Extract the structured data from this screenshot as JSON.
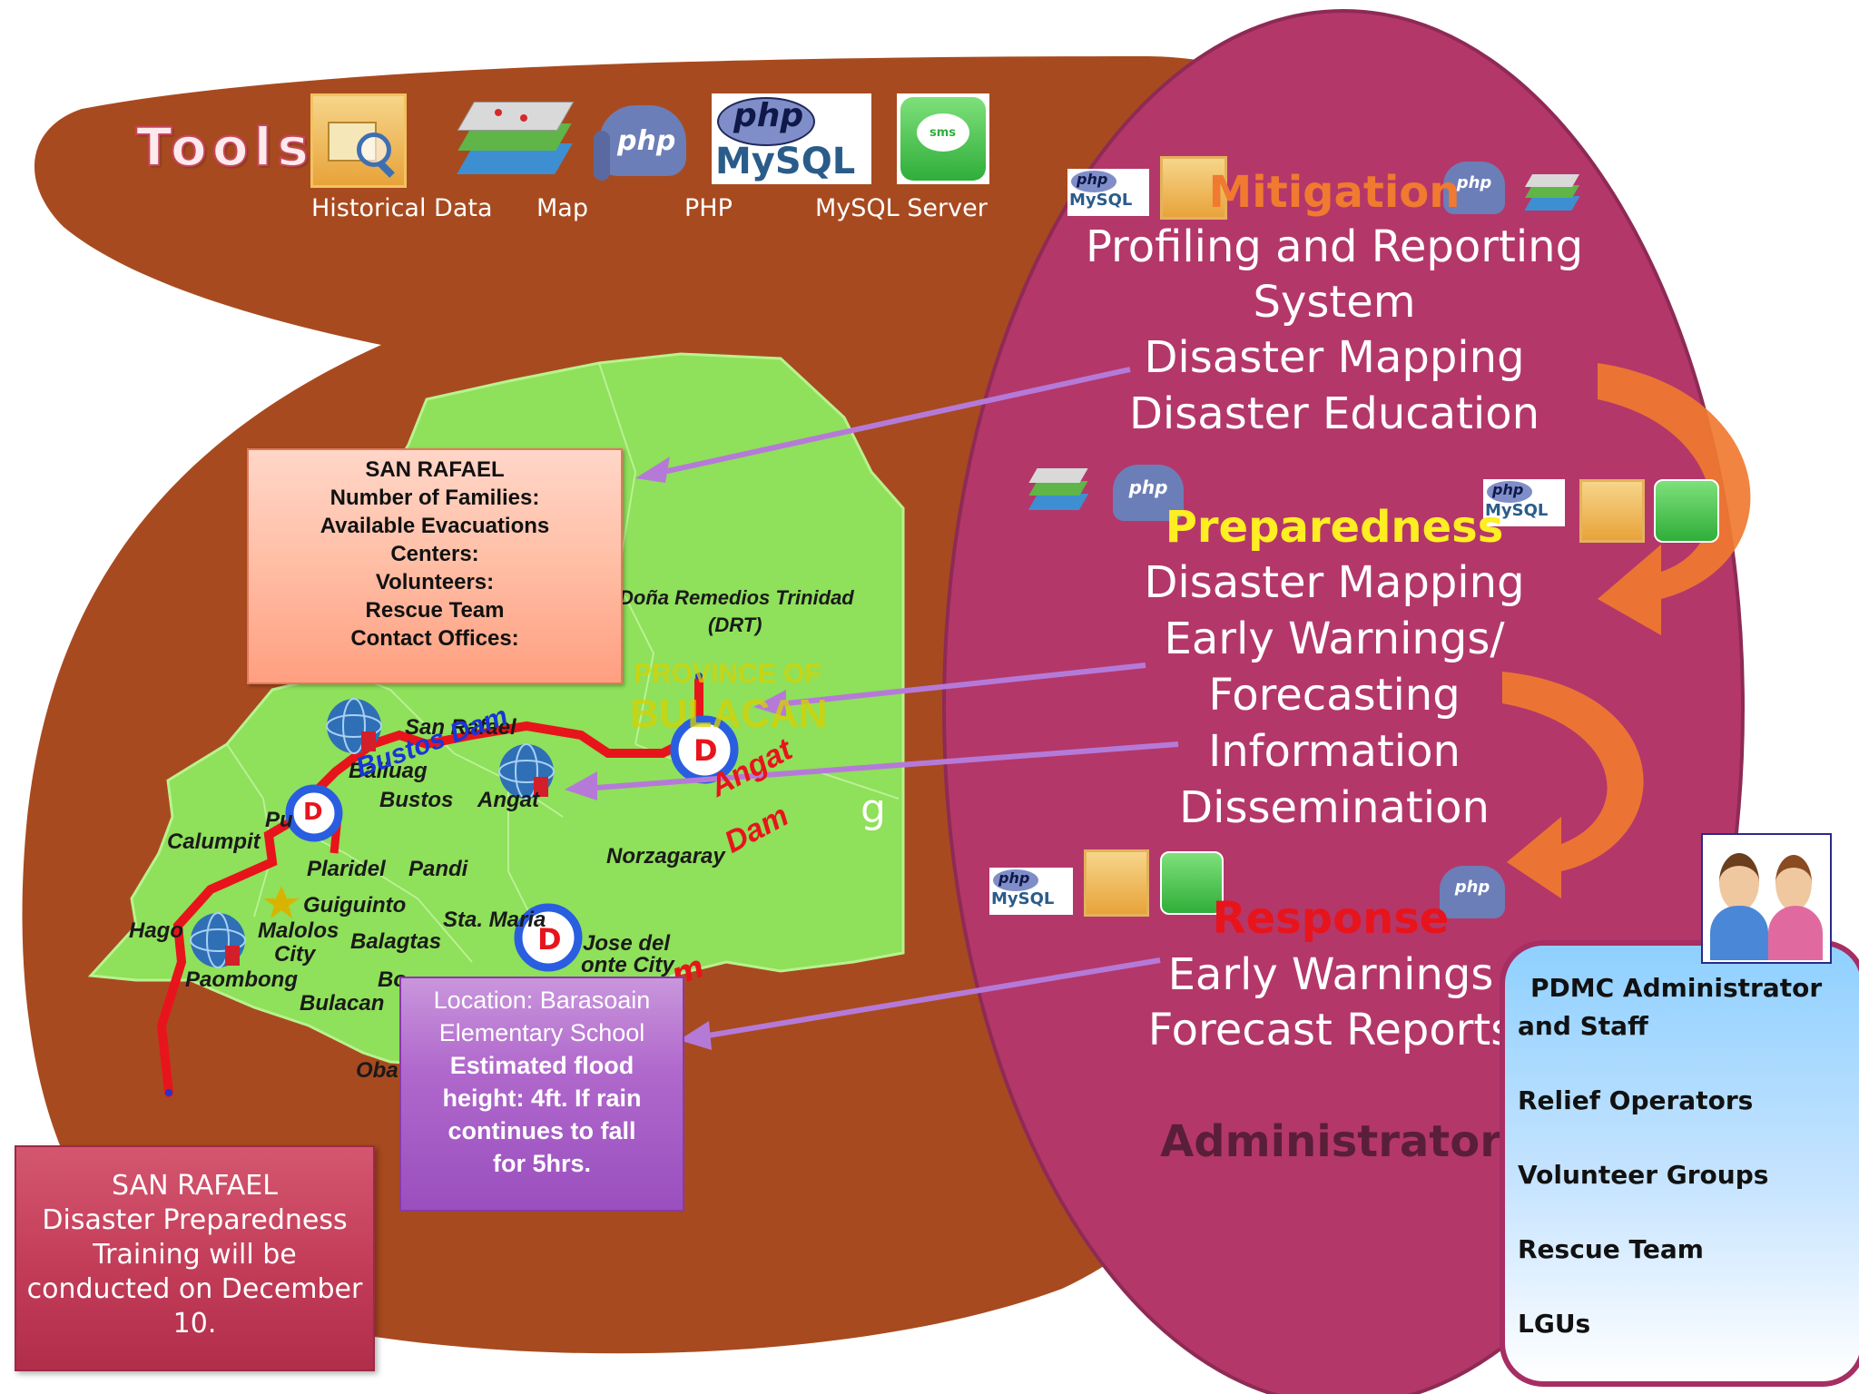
{
  "tools": {
    "title": "Tools",
    "items": [
      {
        "label": "Historical Data",
        "icon": "historical-data-icon"
      },
      {
        "label": "Map",
        "icon": "map-layers-icon"
      },
      {
        "label": "PHP",
        "icon": "php-elephant-icon"
      },
      {
        "label": "MySQL Server",
        "icon": "php-mysql-logo-icon"
      },
      {
        "label": "",
        "icon": "sms-icon"
      }
    ]
  },
  "phases": {
    "mitigation": {
      "title": "Mitigation",
      "lines": [
        "Profiling and Reporting",
        "System",
        "Disaster Mapping",
        "Disaster Education"
      ]
    },
    "preparedness": {
      "title": "Preparedness",
      "lines": [
        "Disaster Mapping",
        "Early Warnings/",
        "Forecasting",
        "Information",
        "Dissemination"
      ]
    },
    "response": {
      "title": "Response",
      "lines": [
        "Early Warnings",
        "Forecast Reports"
      ]
    },
    "footer": "Administrator"
  },
  "popup_profile": {
    "lines": [
      "SAN RAFAEL",
      "Number of Families:",
      "Available Evacuations",
      "Centers:",
      "Volunteers:",
      "Rescue Team",
      "Contact Offices:"
    ]
  },
  "popup_flood": {
    "line1": "Location: Barasoain",
    "line2": "Elementary School",
    "line3": "Estimated  flood",
    "line4": "height: 4ft. If rain",
    "line5": "continues to fall",
    "line6": "for 5hrs."
  },
  "popup_training": {
    "lines": [
      "SAN RAFAEL",
      "Disaster Preparedness",
      "Training will be",
      "conducted on  December",
      "10."
    ]
  },
  "stakeholders": {
    "items": [
      "PDMC Administrator",
      "and Staff",
      "Relief Operators",
      "Volunteer Groups",
      "Rescue Team",
      "LGUs"
    ]
  },
  "map": {
    "labels": {
      "drt": "Doña Remedios Trinidad",
      "drt_abbr": "(DRT)",
      "province1": "PROVINCE OF",
      "province2": "BULACAN",
      "san_rafael": "San Rafael",
      "baliuag": "Baliuag",
      "bustos": "Bustos",
      "angat": "Angat",
      "calumpit": "Calumpit",
      "plaridel": "Plaridel",
      "pandi": "Pandi",
      "norzagaray": "Norzagaray",
      "guiguinto": "Guiguinto",
      "malolos1": "Malolos",
      "malolos2": "City",
      "hagonoy": "Hago",
      "balagtas": "Balagtas",
      "sta_maria": "Sta. Maria",
      "sjdm1": "Jose del",
      "sjdm2": "onte City",
      "paombong": "Paombong",
      "bulacan": "Bulacan",
      "obando": "Oba",
      "pulilan": "Pu",
      "bo": "Bo",
      "g": "g"
    },
    "dams": {
      "bustos": "Bustos Dam",
      "angat1": "Angat",
      "angat2": "Dam",
      "dam_marker": "D",
      "partial_m": "m"
    }
  },
  "colors": {
    "brown": "#a84a1f",
    "magenta": "#b4376a",
    "map_green": "#8fe05a",
    "river_red": "#e8141c",
    "arrow_purple": "#b57ad8",
    "arrow_orange": "#f07a30",
    "preparedness_yellow": "#ffee22",
    "response_red": "#e8141c"
  }
}
